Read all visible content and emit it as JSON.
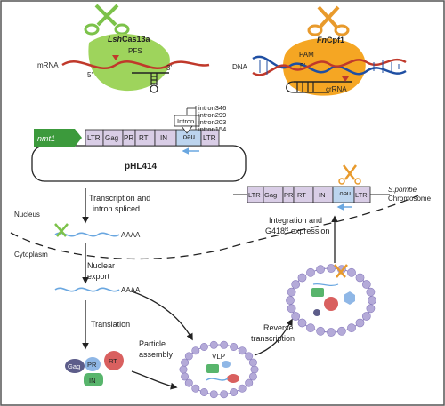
{
  "cas13a": {
    "title_italic": "Lsh",
    "title_rest": "Cas13a",
    "pfs": "PFS",
    "mrna": "mRNA",
    "five_prime": "5'",
    "three_prime": "3'"
  },
  "cpf1": {
    "title_italic": "Fn",
    "title_rest": "Cpf1",
    "dna": "DNA",
    "pam": "PAM",
    "five_prime": "5'",
    "crrna": "crRNA"
  },
  "plasmid": {
    "name": "pHL414",
    "promoter": "nmt1",
    "segments": [
      "LTR",
      "Gag",
      "PR",
      "RT",
      "IN",
      "neo",
      "LTR"
    ],
    "intron_box": "Intron",
    "intron_list": [
      "intron346",
      "intron299",
      "intron203",
      "intron154"
    ]
  },
  "chromosome": {
    "segments": [
      "LTR",
      "Gag",
      "PR",
      "RT",
      "IN",
      "neo",
      "LTR"
    ],
    "organism": "S.pombe",
    "label": "Chromosome"
  },
  "compartments": {
    "nucleus": "Nucleus",
    "cytoplasm": "Cytoplasm"
  },
  "steps": {
    "transcription_line1": "Transcription and",
    "transcription_line2": "intron spliced",
    "nuclear_line1": "Nuclear",
    "nuclear_line2": "export",
    "translation": "Translation",
    "particle_line1": "Particle",
    "particle_line2": "assembly",
    "reverse_line1": "Reverse",
    "reverse_line2": "transcription",
    "integration_line1": "Integration and",
    "integration_line2_a": "G418",
    "integration_line2_sup": "R",
    "integration_line2_b": " expression"
  },
  "polya": "AAAA",
  "proteins": {
    "gag": "Gag",
    "pr": "PR",
    "rt": "RT",
    "in": "IN"
  },
  "vlp": "VLP",
  "colors": {
    "cas13a_protein": "#9ed45c",
    "cpf1_protein": "#f5a623",
    "scissors_green": "#7cc24a",
    "scissors_orange": "#e89a2c",
    "rna_red": "#c0392b",
    "dna_blue": "#1f4fa3",
    "segment_fill": "#d9cde6",
    "neo_fill": "#bcd4ee",
    "promoter_green": "#3c9a3c",
    "vlp_ring": "#8c7fbf",
    "vlp_bead": "#b4aad8",
    "gag_fill": "#5d5d8a",
    "pr_fill": "#8fb7e6",
    "rt_fill": "#d9605f",
    "in_fill": "#58b56c",
    "arrow_blue": "#6aa7e0"
  }
}
